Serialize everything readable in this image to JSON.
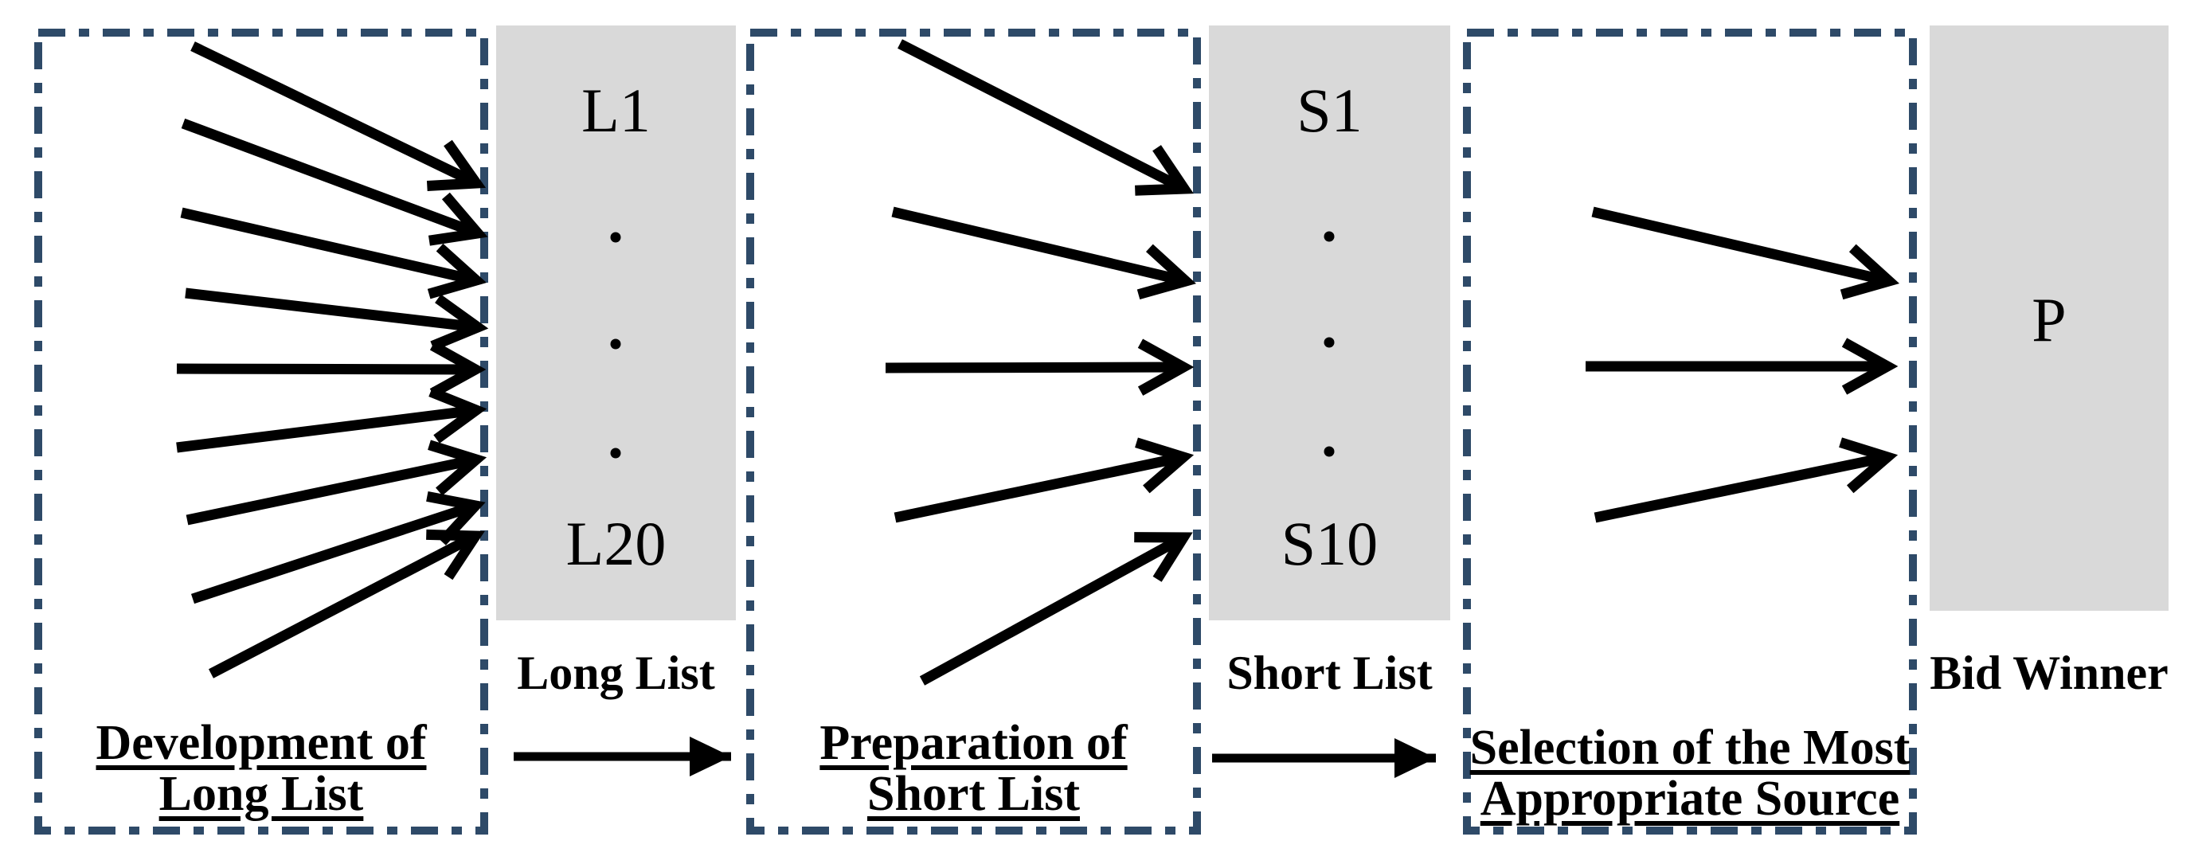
{
  "diagram": {
    "stages": [
      {
        "process_title_line1": "Development of",
        "process_title_line2": "Long List",
        "result_first": "L1",
        "result_last": "L20",
        "result_label": "Long List",
        "incoming_arrows": 9
      },
      {
        "process_title_line1": "Preparation of",
        "process_title_line2": "Short List",
        "result_first": "S1",
        "result_last": "S10",
        "result_label": "Short List",
        "incoming_arrows": 5
      },
      {
        "process_title_line1": "Selection of the Most",
        "process_title_line2": "Appropriate Source",
        "result_center": "P",
        "result_label": "Bid Winner",
        "incoming_arrows": 3
      }
    ],
    "colors": {
      "dashed_border": "#2E4A68",
      "result_box_fill": "#D9D9D9",
      "arrow": "#000000",
      "background": "#FFFFFF"
    }
  }
}
